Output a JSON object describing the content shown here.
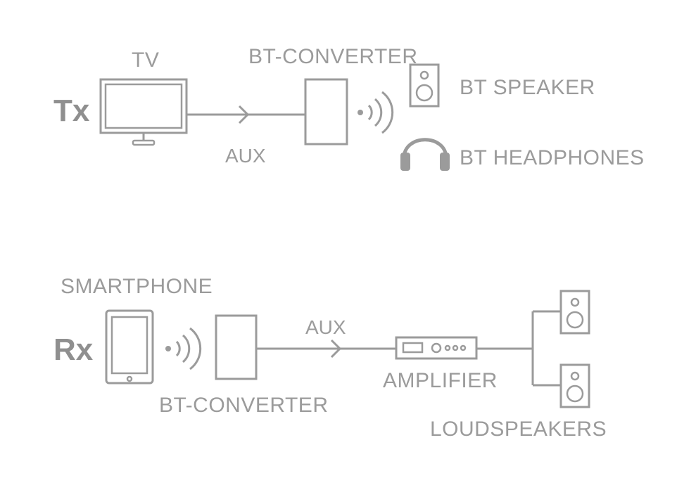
{
  "tx": {
    "mode_label": "Tx",
    "tv_label": "TV",
    "converter_label": "BT-CONVERTER",
    "aux_label": "AUX",
    "speaker_label": "BT SPEAKER",
    "headphones_label": "BT HEADPHONES"
  },
  "rx": {
    "mode_label": "Rx",
    "smartphone_label": "SMARTPHONE",
    "converter_label": "BT-CONVERTER",
    "aux_label": "AUX",
    "amplifier_label": "AMPLIFIER",
    "loudspeakers_label": "LOUDSPEAKERS"
  },
  "colors": {
    "line": "#9b9b9b",
    "background": "#ffffff"
  },
  "icons": [
    "tv-icon",
    "bt-converter-icon",
    "wireless-signal-icon",
    "speaker-icon",
    "headphones-icon",
    "smartphone-icon",
    "amplifier-icon",
    "loudspeaker-icon"
  ]
}
